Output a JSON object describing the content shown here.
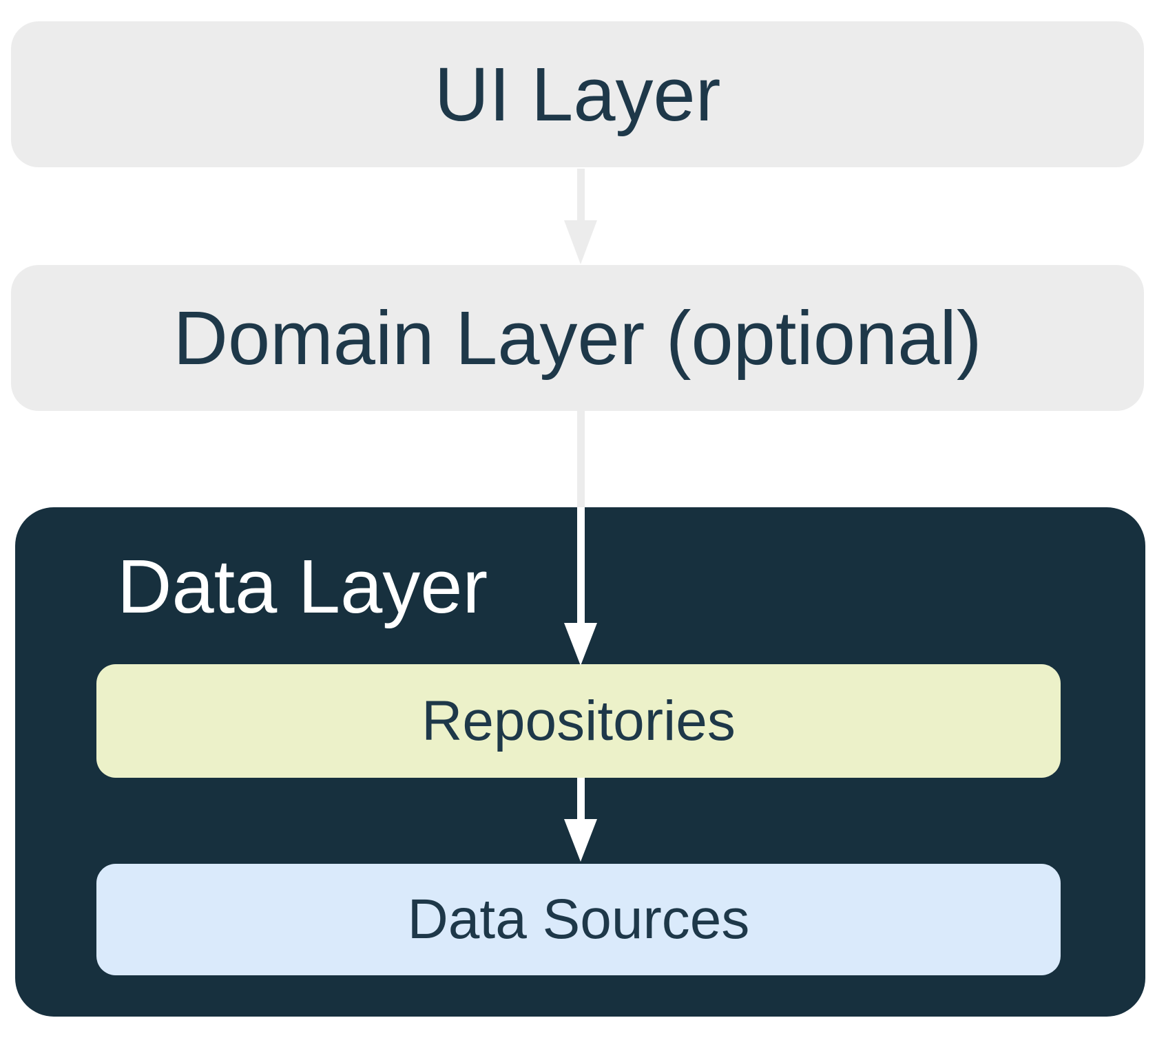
{
  "diagram": {
    "description_labels_only": "App architecture layers diagram",
    "layers": {
      "ui": {
        "label": "UI Layer"
      },
      "domain": {
        "label": "Domain Layer (optional)"
      },
      "data": {
        "label": "Data Layer",
        "repositories": {
          "label": "Repositories"
        },
        "data_sources": {
          "label": "Data Sources"
        }
      }
    },
    "edges": [
      {
        "from": "UI Layer",
        "to": "Domain Layer (optional)",
        "style": "gray-arrow"
      },
      {
        "from": "Domain Layer (optional)",
        "to": "Repositories",
        "style": "gray-then-white-arrow"
      },
      {
        "from": "Repositories",
        "to": "Data Sources",
        "style": "white-arrow"
      }
    ],
    "colors": {
      "background": "#FFFFFF",
      "layer_box_gray": "#ECECEC",
      "data_layer_navy": "#17303E",
      "text_navy": "#1E3849",
      "text_white": "#FFFFFF",
      "repositories_fill": "#ECF1C9",
      "data_sources_fill": "#DAEAFB",
      "arrow_gray": "#ECECEC",
      "arrow_white": "#FFFFFF"
    }
  }
}
